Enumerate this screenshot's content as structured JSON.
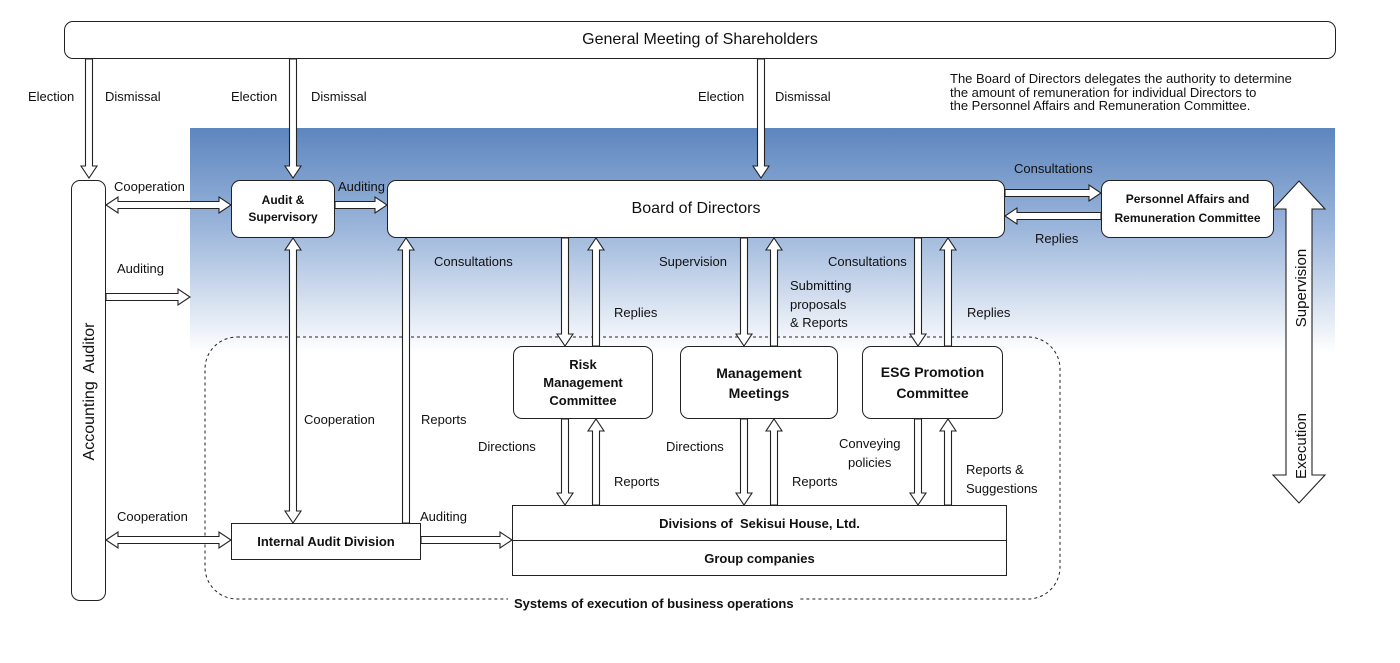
{
  "nodes": {
    "shareholders": "General Meeting of Shareholders",
    "board": "Board of Directors",
    "audit_supervisory": "Audit &\nSupervisory",
    "personnel_committee": "Personnel Affairs and\nRemuneration Committee",
    "accounting_auditor": "Accounting  Auditor",
    "risk_committee": "Risk\nManagement\nCommittee",
    "management_meetings": "Management\nMeetings",
    "esg_committee": "ESG Promotion\nCommittee",
    "internal_audit": "Internal Audit Division",
    "divisions": "Divisions of  Sekisui House, Ltd.",
    "group_companies": "Group companies"
  },
  "note": "The Board of Directors delegates the authority to determine\nthe amount of remuneration for individual Directors to\nthe Personnel Affairs and Remuneration Committee.",
  "region_label": "Systems of execution of business operations",
  "side_axis": {
    "top": "Supervision",
    "bottom": "Execution"
  },
  "edge_labels": {
    "election_1": "Election",
    "dismissal_1": "Dismissal",
    "election_2": "Election",
    "dismissal_2": "Dismissal",
    "election_3": "Election",
    "dismissal_3": "Dismissal",
    "cooperation_aa_as": "Cooperation",
    "auditing_as_board": "Auditing",
    "auditing_aa": "Auditing",
    "cooperation_as_iad": "Cooperation",
    "cooperation_aa_iad": "Cooperation",
    "auditing_iad_div": "Auditing",
    "reports_iad_board": "Reports",
    "consultations_risk": "Consultations",
    "replies_risk": "Replies",
    "supervision_mm": "Supervision",
    "submitting_mm": "Submitting\nproposals\n& Reports",
    "consultations_esg": "Consultations",
    "replies_esg": "Replies",
    "consultations_pc": "Consultations",
    "replies_pc": "Replies",
    "directions_risk": "Directions",
    "reports_risk": "Reports",
    "directions_mm": "Directions",
    "reports_mm": "Reports",
    "conveying_esg": "Conveying\npolicies",
    "reports_suggestions_esg": "Reports &\nSuggestions"
  },
  "colors": {
    "gradient_top": "#5d86bf",
    "gradient_bottom": "#ffffff",
    "stroke": "#222222"
  }
}
